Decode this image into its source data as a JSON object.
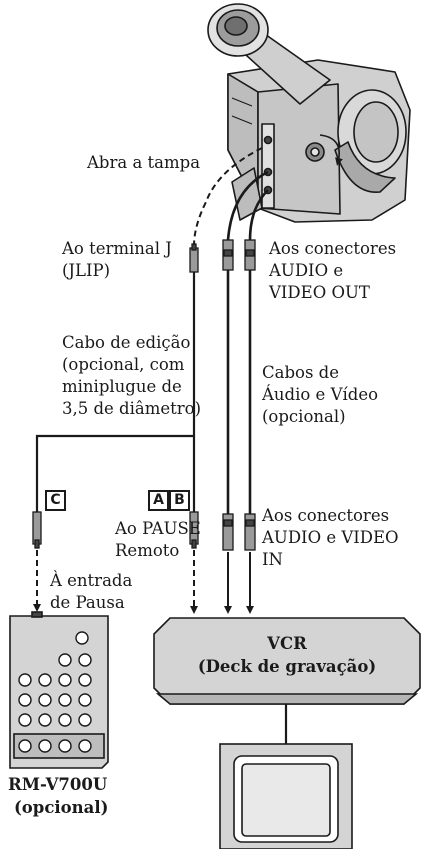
{
  "labels": {
    "open_cover": "Abra a tampa",
    "jlip_terminal": "Ao terminal J\n(JLIP)",
    "audio_video_out": "Aos conectores\nAUDIO e\nVIDEO OUT",
    "edit_cable": "Cabo de edição\n(opcional, com\nminiplugue de\n3,5 de diâmetro)",
    "av_cables": "Cabos de\nÁudio e Vídeo\n(opcional)",
    "remote_pause": "Ao PAUSE\nRemoto",
    "audio_video_in": "Aos conectores\nAUDIO e VIDEO\nIN",
    "pause_input": "À entrada\nde Pausa",
    "vcr_title": "VCR",
    "vcr_subtitle": "(Deck de gravação)",
    "remote_model": "RM-V700U",
    "remote_optional": "(opcional)"
  },
  "markers": {
    "a": "A",
    "b": "B",
    "c": "C"
  },
  "icons": {
    "camcorder": "camcorder-icon",
    "vcr": "vcr-deck-icon",
    "tv": "television-icon",
    "remote": "remote-control-icon",
    "plug": "plug-icon"
  },
  "colors": {
    "line": "#1a1a1a",
    "device_fill": "#d4d4d4",
    "device_shade": "#b5b5b5",
    "background": "#ffffff"
  }
}
